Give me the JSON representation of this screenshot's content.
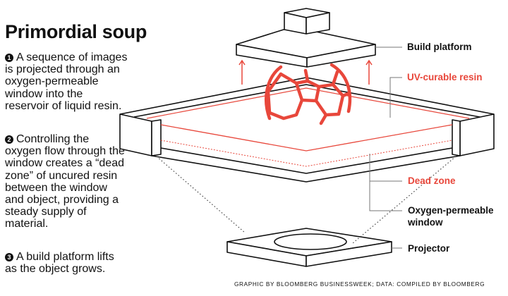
{
  "title": "Primordial soup",
  "steps": [
    {
      "number": "1",
      "text": "A sequence of images is projected through an oxygen-permeable window into the reservoir of liquid resin."
    },
    {
      "number": "2",
      "text": "Controlling the oxygen flow through the window creates a “dead zone” of uncured resin between the window and object, providing a steady supply of material."
    },
    {
      "number": "3",
      "text": "A build platform lifts as the object grows."
    }
  ],
  "labels": {
    "build_platform": "Build platform",
    "uv_resin": "UV-curable resin",
    "dead_zone": "Dead zone",
    "oxygen_window_line1": "Oxygen-permeable",
    "oxygen_window_line2": "window",
    "projector": "Projector"
  },
  "credit": "GRAPHIC BY BLOOMBERG BUSINESSWEEK; DATA: COMPILED BY BLOOMBERG",
  "colors": {
    "accent_red": "#e8473b",
    "ink": "#111111",
    "leader_gray": "#777777"
  }
}
